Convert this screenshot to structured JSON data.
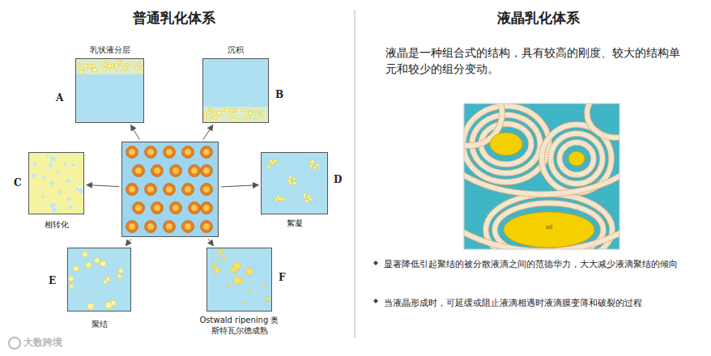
{
  "diagram": {
    "nodes": [
      {
        "text": []
      },
      {
        "text": [
          "乳状液分层",
          "A"
        ]
      },
      {
        "text": [
          "沉积",
          "B"
        ]
      },
      {
        "text": [
          "相转化",
          "C"
        ]
      },
      {
        "text": [
          "絮凝",
          "D"
        ]
      },
      {
        "text": [
          "聚结",
          "E"
        ]
      },
      {
        "text": [
          "Ostwald ripening 奥斯特瓦尔德成熟",
          "F"
        ]
      }
    ],
    "edges": [
      {
        "from": 0,
        "to": 1,
        "arrow": "to"
      },
      {
        "from": 0,
        "to": 2,
        "arrow": "to"
      },
      {
        "from": 0,
        "to": 3,
        "arrow": "to"
      },
      {
        "from": 0,
        "to": 4,
        "arrow": "to"
      },
      {
        "from": 0,
        "to": 5,
        "arrow": "to"
      },
      {
        "from": 0,
        "to": 6,
        "arrow": "to"
      }
    ],
    "labels": [
      "普通乳化体系",
      "液晶乳化体系",
      "液晶是一种组合式的结构，具有较高的刚度、较大的结构单元和较少的组分变动。",
      "显著降低引起聚结的被分散液滴之间的范德华力，大大减少液滴聚结的倾向",
      "当液晶形成时，可延缓或阻止液滴相遇时液滴膜变薄和破裂的过程",
      "oil",
      "大数跨境"
    ]
  }
}
